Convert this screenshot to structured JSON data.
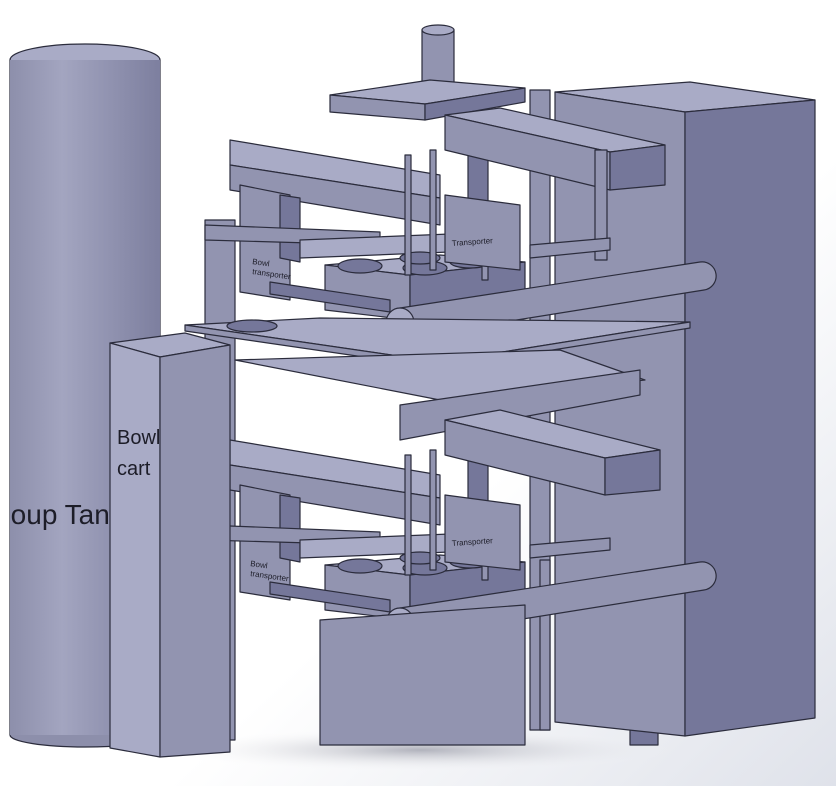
{
  "scene": {
    "labels": {
      "soup_tank": "Soup Tank",
      "bowl_cart_line1": "Bowl",
      "bowl_cart_line2": "cart",
      "bowl_transporter_line1": "Bowl",
      "bowl_transporter_line2": "transporter",
      "transporter": "Transporter"
    },
    "colors": {
      "body": "#9294b0",
      "body_light": "#a9abc6",
      "body_dark": "#75779a",
      "edge": "#2b2c3c"
    }
  }
}
